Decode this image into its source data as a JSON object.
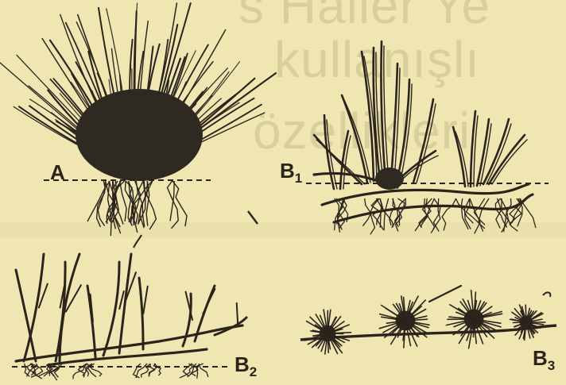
{
  "labels": {
    "a": "A",
    "b1_letter": "B",
    "b1_sub": "1",
    "b2_letter": "B",
    "b2_sub": "2",
    "b3_letter": "B",
    "b3_sub": "3"
  },
  "bleed_text": {
    "line1": "s Haller Ye",
    "line2": "kullanışlı",
    "line3": "özellikleri"
  },
  "colors": {
    "paper": "#efe6b2",
    "ink": "#2a241c"
  }
}
